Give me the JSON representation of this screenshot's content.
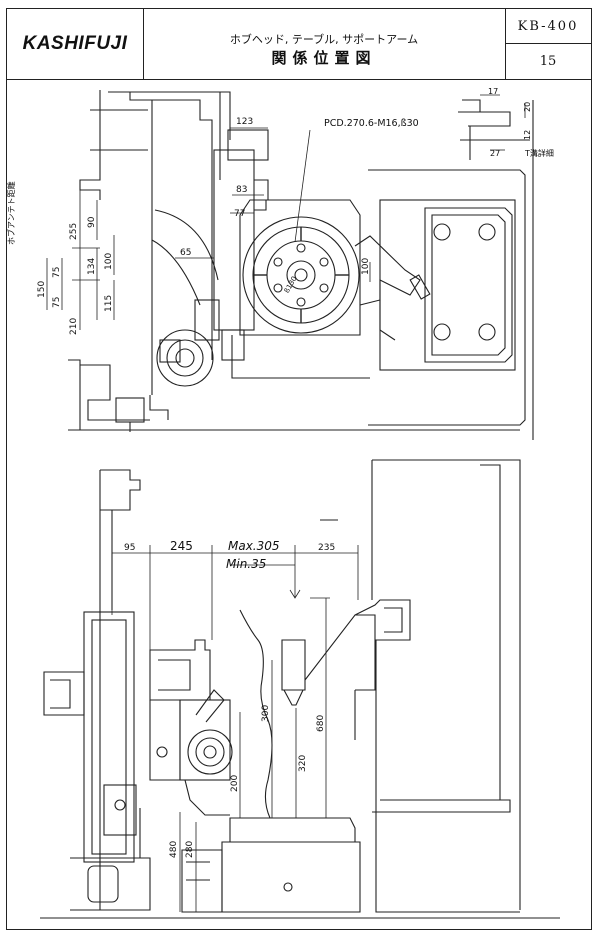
{
  "title_block": {
    "brand": "KASHIFUJI",
    "subtitle": "ホブヘッド, テーブル, サポートアーム",
    "title": "関係位置図",
    "model": "KB-400",
    "page": "15"
  },
  "top_view": {
    "dim_123": "123",
    "pcd_note": "PCD.270.6-M16,ß30",
    "dim_83": "83",
    "dim_77": "77",
    "dim_65": "65",
    "dim_255": "255",
    "dim_90": "90",
    "dim_134": "134",
    "dim_100": "100",
    "dim_115": "115",
    "dim_210": "210",
    "dim_150": "150",
    "dim_75a": "75",
    "dim_75b": "75",
    "side_label": "ホブアンテト距離",
    "dim_100r": "100",
    "dim_bore": "ß130",
    "slot_17": "17",
    "slot_20": "20",
    "slot_12": "12",
    "slot_27": "27",
    "slot_label": "T溝詳細"
  },
  "front_view": {
    "dim_95": "95",
    "dim_245": "245",
    "dim_max": "Max.305",
    "dim_min": "Min.35",
    "dim_235": "235",
    "dim_300": "300",
    "dim_680": "680",
    "dim_320": "320",
    "dim_200": "200",
    "dim_480": "480",
    "dim_280": "280"
  }
}
